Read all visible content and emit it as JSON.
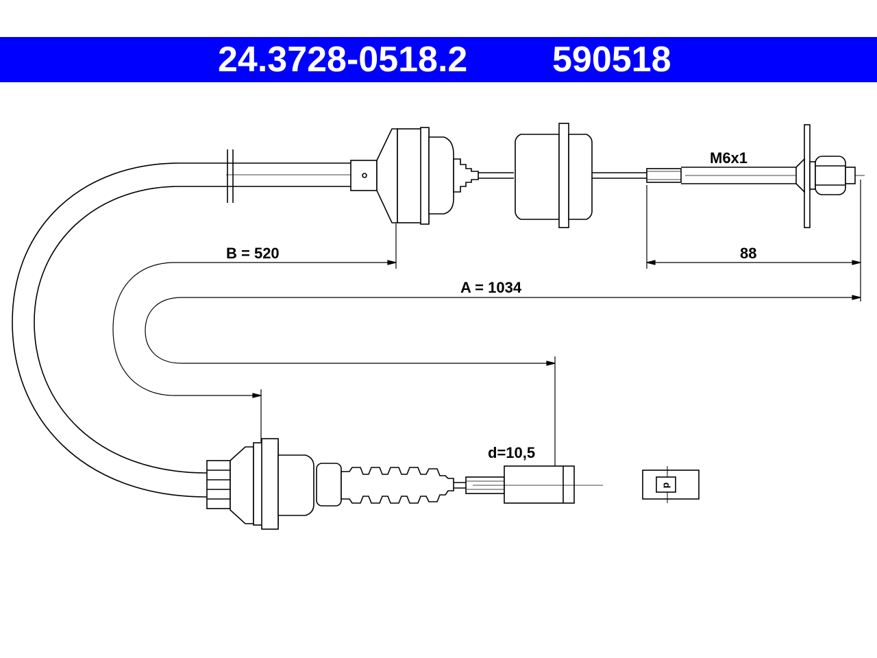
{
  "header": {
    "part_number": "24.3728-0518.2",
    "ref_number": "590518",
    "background_color": "#0000ff",
    "text_color": "#ffffff"
  },
  "dimensions": {
    "b_label": "B = 520",
    "a_label": "A = 1034",
    "thread_length": "88",
    "thread_spec": "M6x1",
    "eye_diameter": "d=10,5",
    "eye_symbol": "d"
  }
}
